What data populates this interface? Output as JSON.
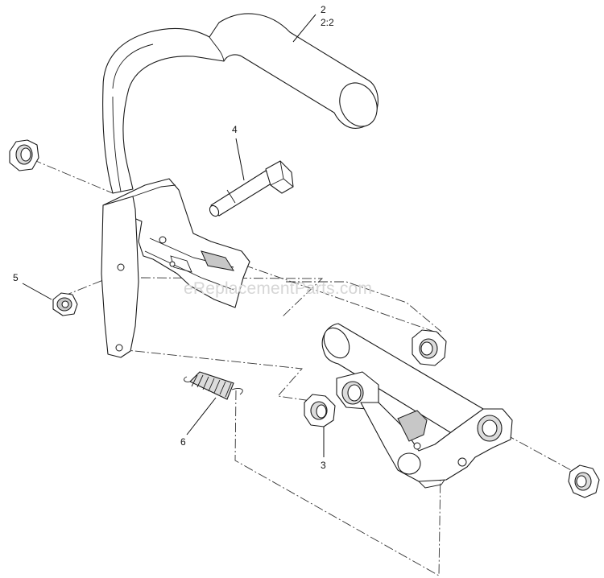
{
  "callouts": {
    "c2": "2",
    "c2_sub": "2:2",
    "c3": "3",
    "c4": "4",
    "c5": "5",
    "c6": "6"
  },
  "watermark": "eReplacementParts.com"
}
